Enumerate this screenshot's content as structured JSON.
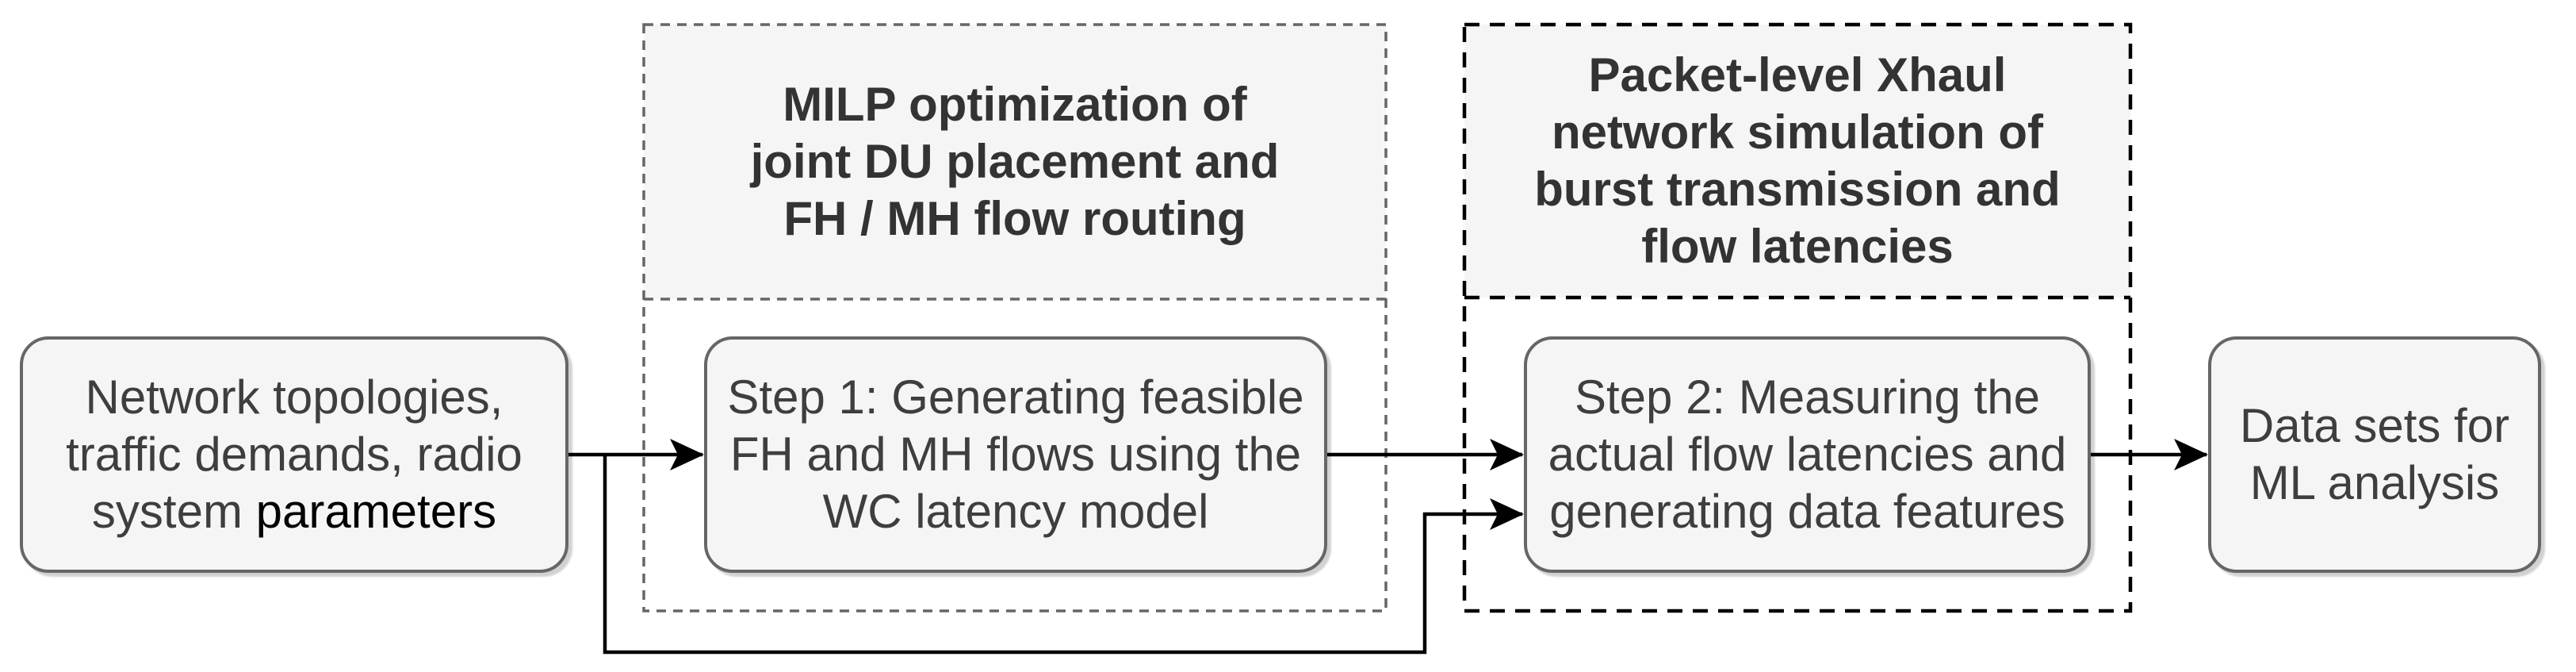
{
  "diagram": {
    "groups": {
      "milp": {
        "title": "MILP optimization of\njoint DU placement and\nFH / MH flow routing",
        "border_style": "dashed",
        "border_color": "#666666"
      },
      "xhaul": {
        "title": "Packet-level Xhaul\nnetwork simulation of\nburst transmission and\nflow latencies",
        "border_style": "dashed",
        "border_color": "#000000"
      }
    },
    "nodes": {
      "inputs": {
        "label_main": "Network topologies,\ntraffic demands, radio\nsystem ",
        "label_emphasis": "parameters"
      },
      "step1": {
        "label": "Step 1: Generating feasible\nFH and MH flows using the\nWC latency model"
      },
      "step2": {
        "label": "Step 2: Measuring the\nactual flow latencies and\ngenerating data features"
      },
      "datasets": {
        "label": "Data sets for\nML analysis"
      }
    },
    "edges": [
      {
        "from": "inputs",
        "to": "step1",
        "arrow": true,
        "route": "direct"
      },
      {
        "from": "step1",
        "to": "step2",
        "arrow": true,
        "route": "direct"
      },
      {
        "from": "inputs",
        "to": "step2",
        "arrow": true,
        "route": "bypass-bottom"
      },
      {
        "from": "step2",
        "to": "datasets",
        "arrow": true,
        "route": "direct"
      }
    ],
    "theme": {
      "background": "#ffffff",
      "node_fill": "#f5f5f5",
      "node_border": "#666666",
      "node_text": "#3e3e3e",
      "emphasis_text": "#000000",
      "header_fill": "#f5f5f5",
      "header_text": "#333333",
      "group1_border": "#666666",
      "group2_border": "#000000",
      "edge_color": "#000000"
    }
  }
}
